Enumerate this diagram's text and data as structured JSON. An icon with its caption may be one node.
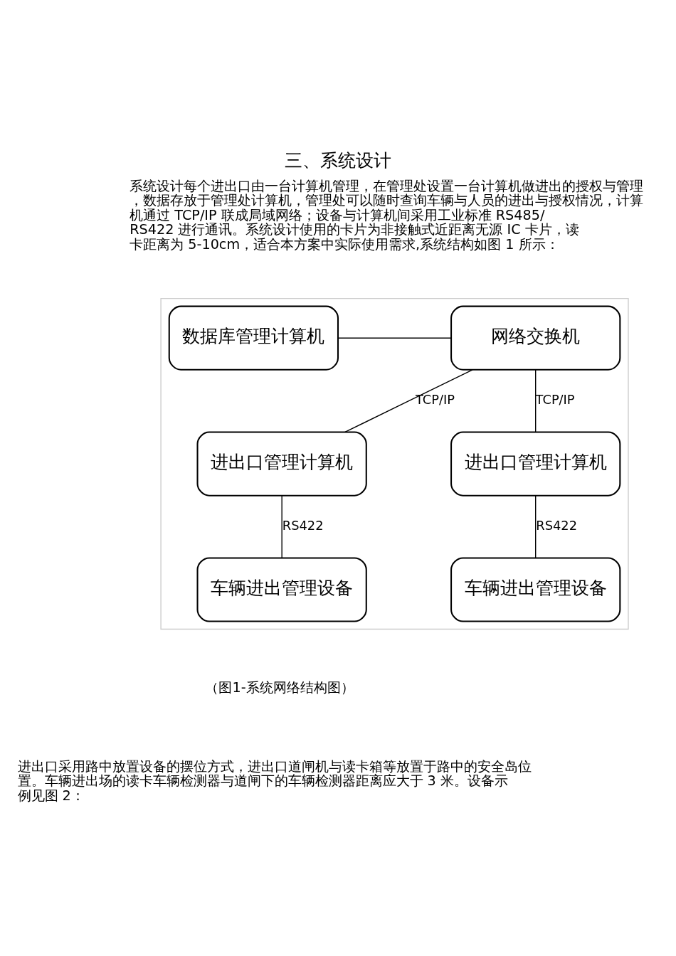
{
  "diagram": {
    "title": "三、系统设计",
    "nodes": [
      {
        "text": [],
        "shape": "box"
      },
      {
        "text": [
          "数据库管理计算机"
        ],
        "in": 0
      },
      {
        "text": [
          "网络交换机"
        ],
        "in": 0
      },
      {
        "text": [
          "进出口管理计算机"
        ],
        "in": 0
      },
      {
        "text": [
          "进出口管理计算机"
        ],
        "in": 0
      },
      {
        "text": [
          "车辆进出管理设备"
        ],
        "in": 0
      },
      {
        "text": [
          "车辆进出管理设备"
        ],
        "in": 0
      }
    ],
    "edges": [
      {
        "from": 1,
        "to": 2,
        "arrow": "none"
      },
      {
        "from": 2,
        "to": 3,
        "arrow": "none",
        "label": "TCP/IP"
      },
      {
        "from": 2,
        "to": 4,
        "arrow": "none",
        "label": "TCP/IP"
      },
      {
        "from": 3,
        "to": 5,
        "arrow": "none",
        "label": "RS422"
      },
      {
        "from": 4,
        "to": 6,
        "arrow": "none",
        "label": "RS422"
      }
    ],
    "labels": [
      "系统设计每个进出口由一台计算机管理，在管理处设置一台计算机做进出的授权与管理，数据存放于管理处计算机，管理处可以随时查询车辆与人员的进出与授权情况，计算机通过 TCP/IP 联成局域网络；设备与计算机间采用工业标准 RS485/RS422 进行通讯。系统设计使用的卡片为非接触式近距离无源 IC 卡片，读卡距离为 5-10cm，适合本方案中实际使用需求,系统结构如图 1 所示：",
      "（图1-系统网络结构图）",
      "进出口采用路中放置设备的摆位方式，进出口道闸机与读卡箱等放置于路中的安全岛位置。车辆进出场的读卡车辆检测器与道闸下的车辆检测器距离应大于 3 米。设备示例见图 2："
    ]
  }
}
